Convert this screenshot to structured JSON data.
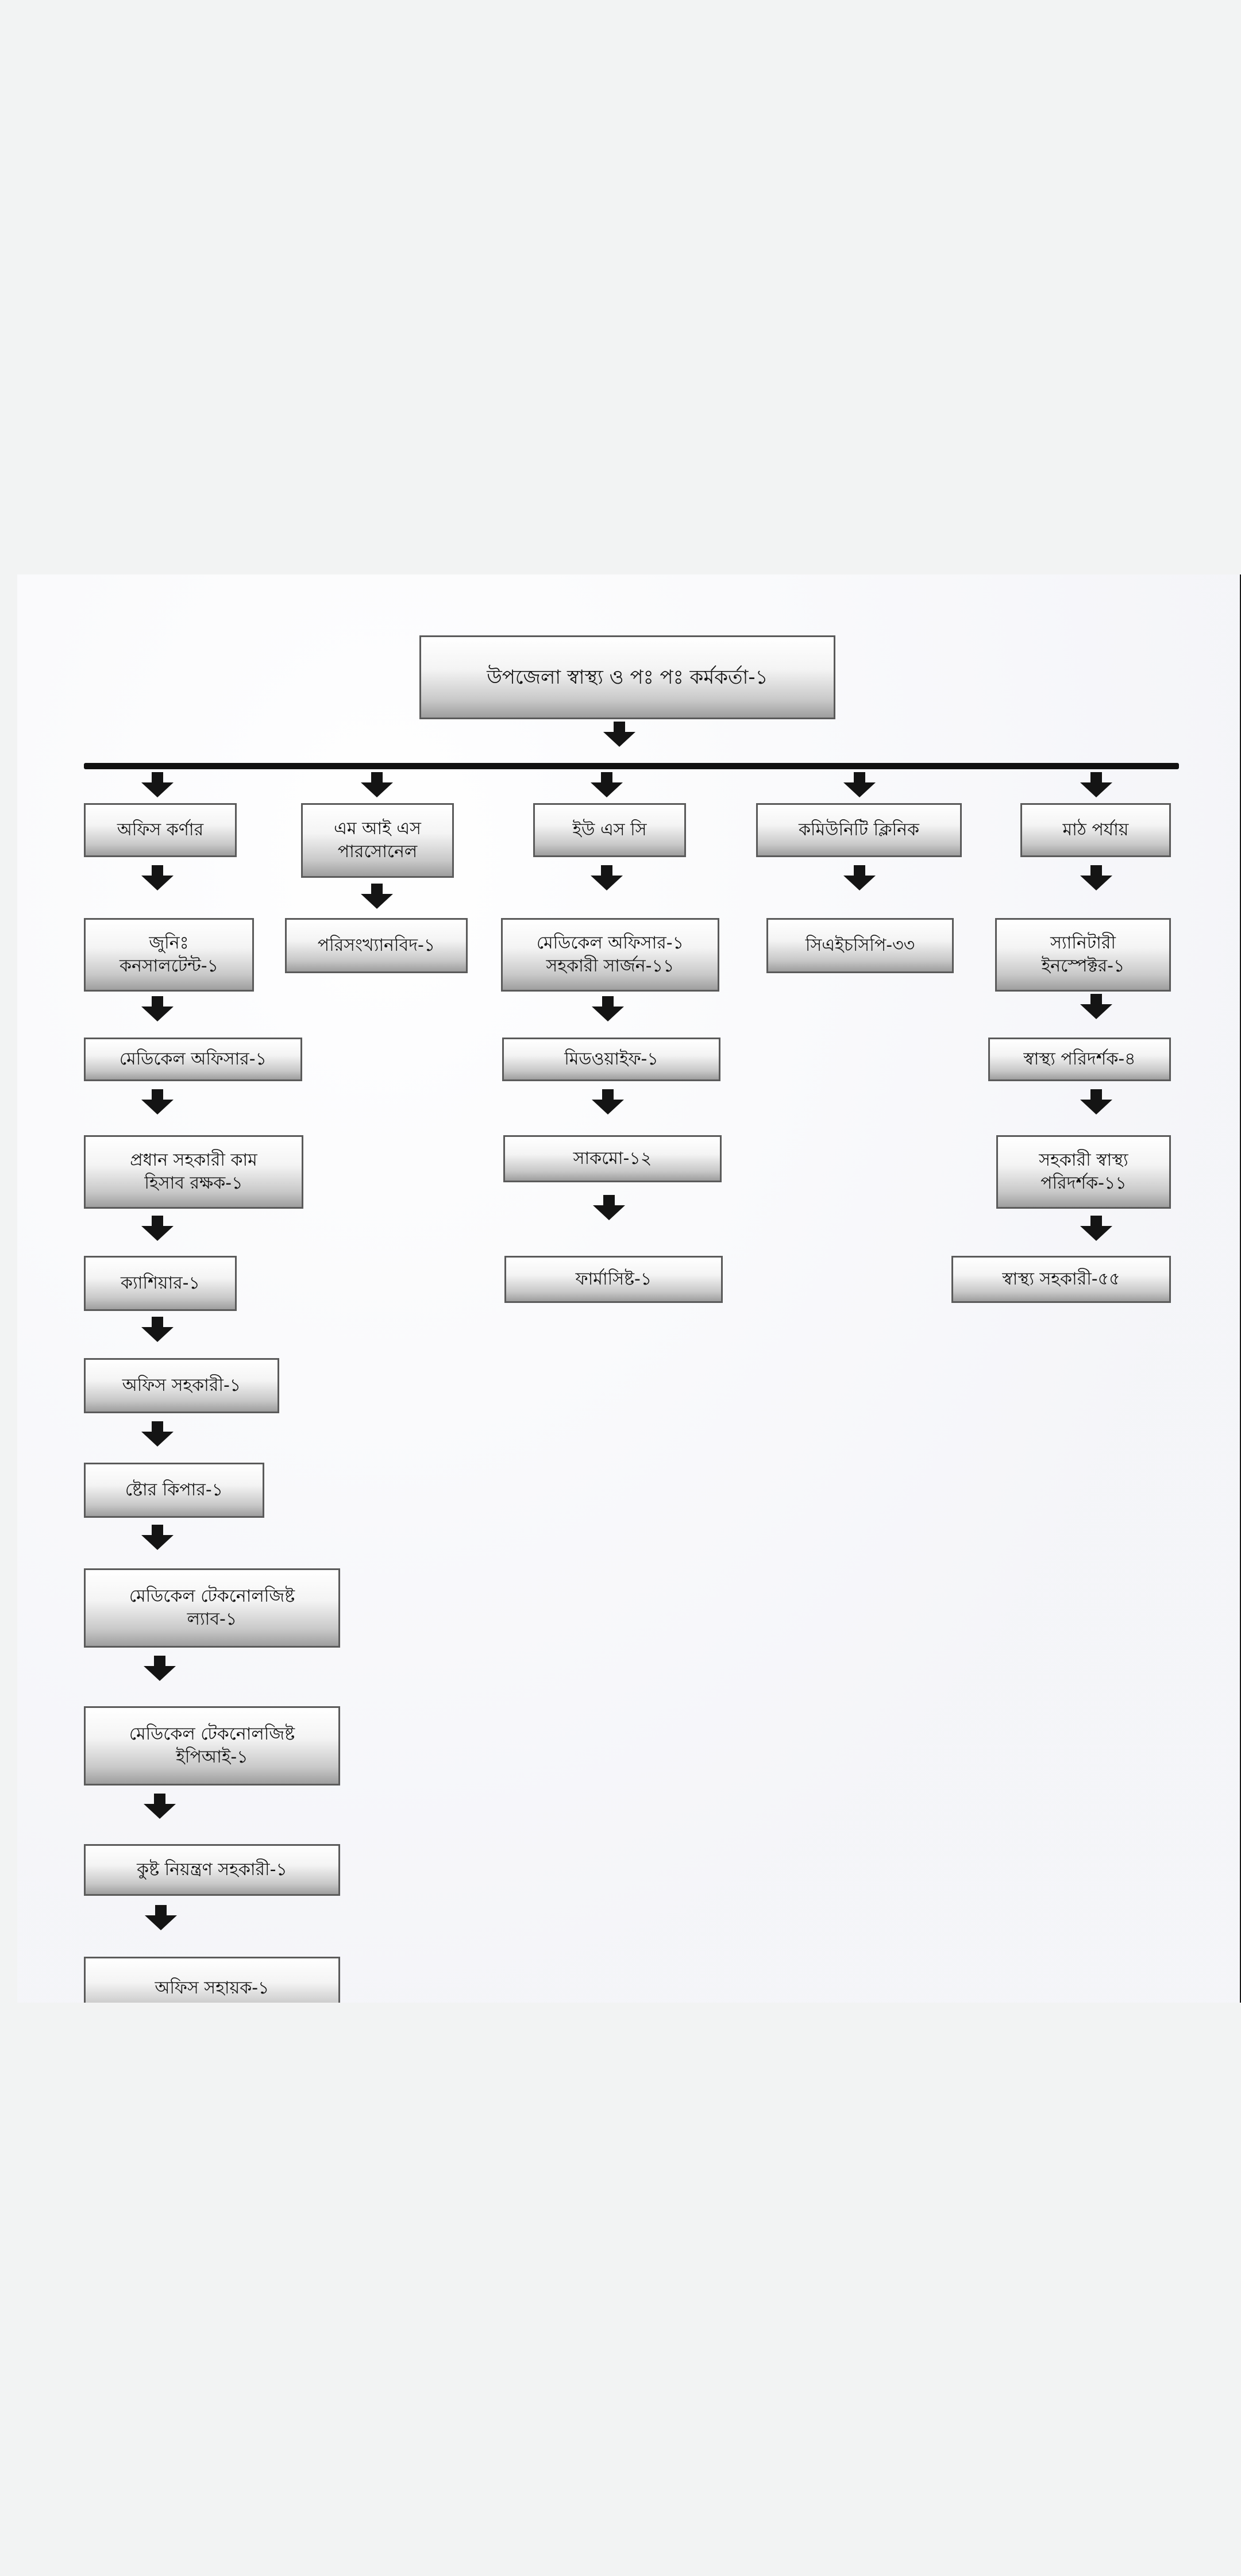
{
  "chart": {
    "root": "উপজেলা স্বাস্থ্য ও পঃ পঃ কর্মকর্তা-১",
    "columns": [
      {
        "header": "অফিস কর্ণার",
        "items": [
          "জুনিঃ\nকনসালটেন্ট-১",
          "মেডিকেল অফিসার-১",
          "প্রধান সহকারী কাম\nহিসাব রক্ষক-১",
          "ক্যাশিয়ার-১",
          "অফিস সহকারী-১",
          "ষ্টোর কিপার-১",
          "মেডিকেল টেকনোলজিষ্ট\nল্যাব-১",
          "মেডিকেল টেকনোলজিষ্ট\nইপিআই-১",
          "কুষ্ট নিয়ন্ত্রণ সহকারী-১",
          "অফিস সহায়ক-১"
        ]
      },
      {
        "header": "এম আই এস\nপারসোনেল",
        "items": [
          "পরিসংখ্যানবিদ-১"
        ]
      },
      {
        "header": "ইউ এস সি",
        "items": [
          "মেডিকেল অফিসার-১\nসহকারী সার্জন-১১",
          "মিডওয়াইফ-১",
          "সাকমো-১২",
          "ফার্মাসিষ্ট-১"
        ]
      },
      {
        "header": "কমিউনিটি ক্লিনিক",
        "items": [
          "সিএইচসিপি-৩৩"
        ]
      },
      {
        "header": "মাঠ পর্যায়",
        "items": [
          "স্যানিটারী\nইনস্পেক্টর-১",
          "স্বাস্থ্য পরিদর্শক-৪",
          "সহকারী স্বাস্থ্য\nপরিদর্শক-১১",
          "স্বাস্থ্য সহকারী-৫৫"
        ]
      }
    ]
  }
}
